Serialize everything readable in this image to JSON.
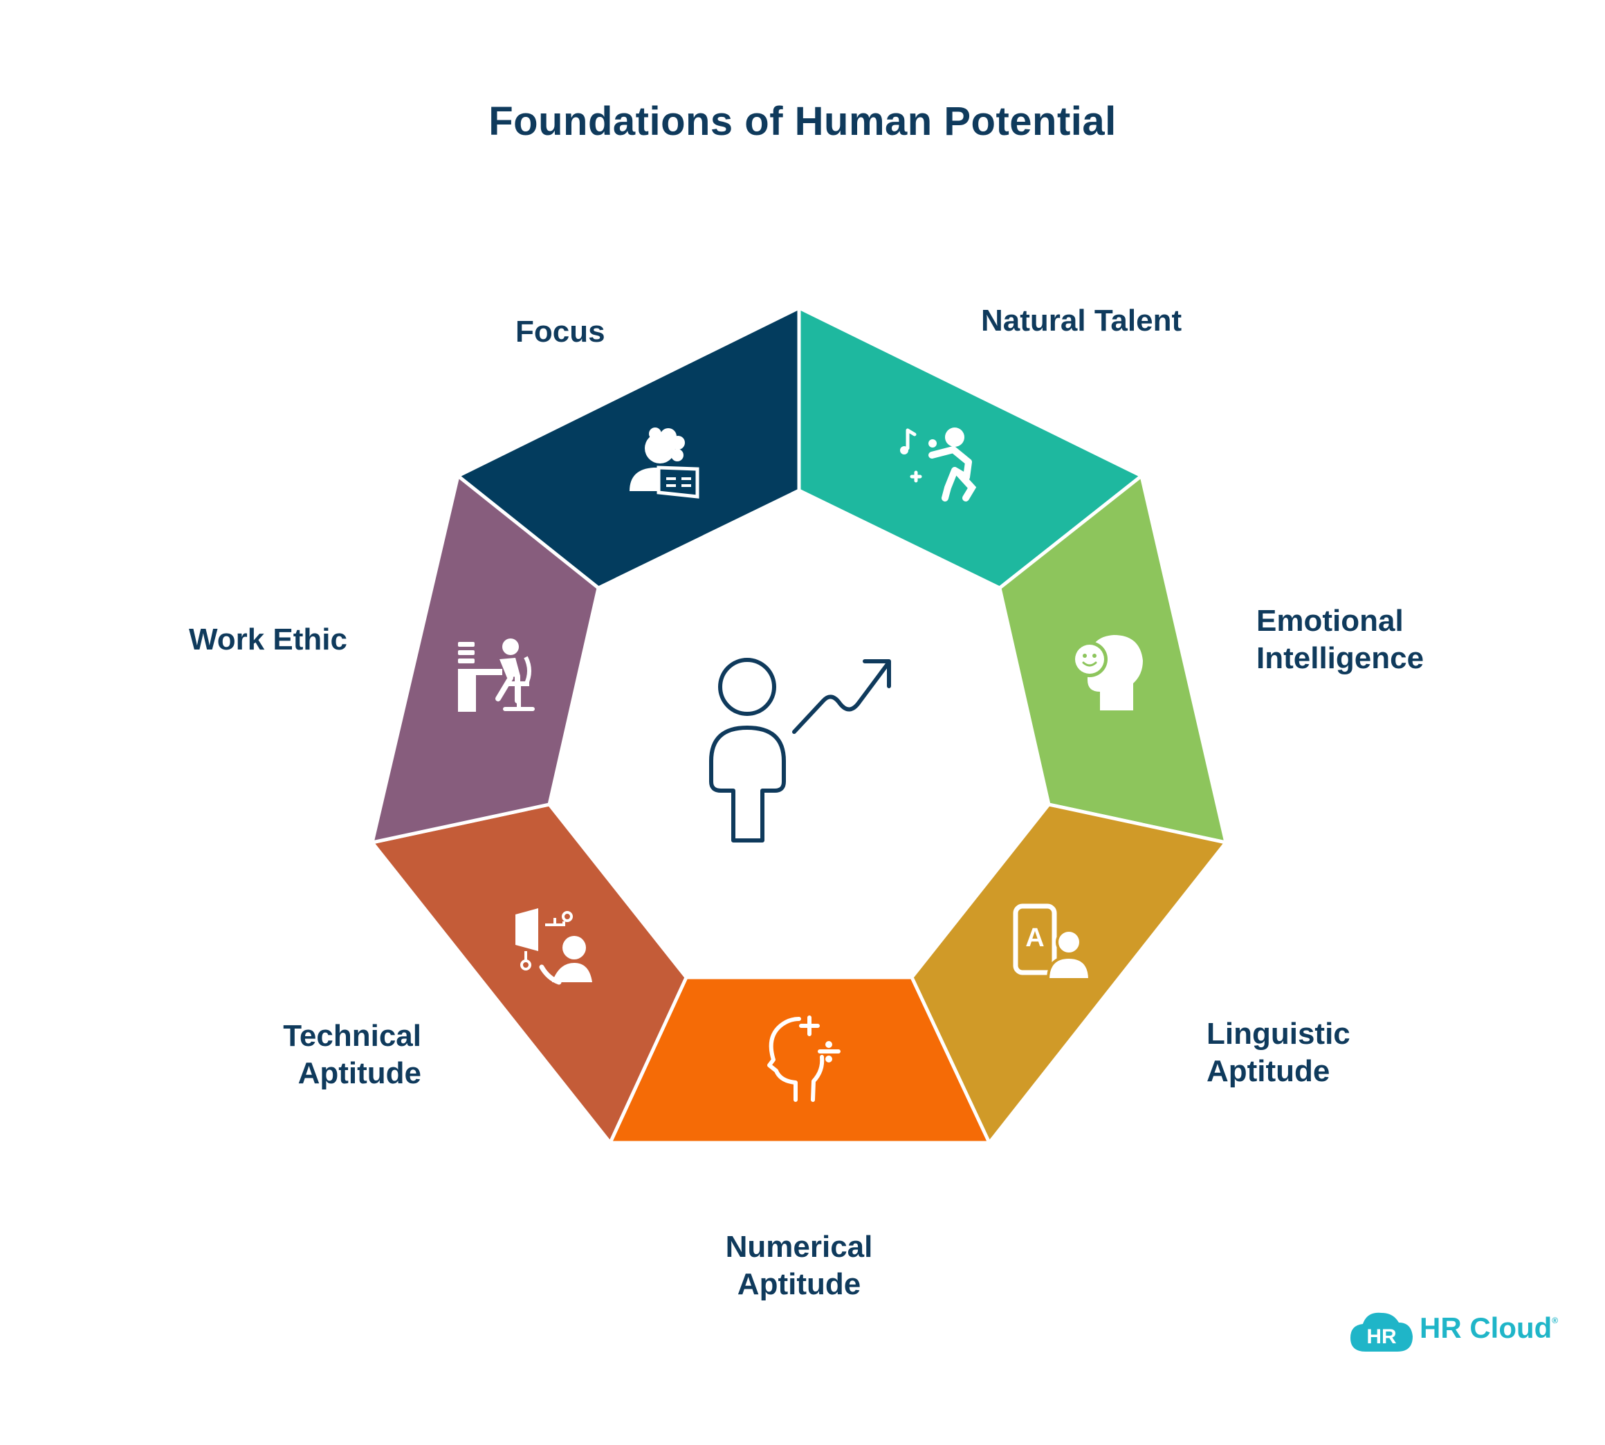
{
  "title": "Foundations of Human Potential",
  "segments": [
    {
      "label_lines": [
        "Focus"
      ],
      "color": "#033c5e",
      "icon": "reading-person-icon"
    },
    {
      "label_lines": [
        "Natural Talent"
      ],
      "color": "#1eb89f",
      "icon": "dancing-music-icon"
    },
    {
      "label_lines": [
        "Emotional",
        "Intelligence"
      ],
      "color": "#8dc55c",
      "icon": "smiling-head-icon"
    },
    {
      "label_lines": [
        "Linguistic",
        "Aptitude"
      ],
      "color": "#d09a28",
      "icon": "language-user-icon"
    },
    {
      "label_lines": [
        "Numerical",
        "Aptitude"
      ],
      "color": "#f56b06",
      "icon": "math-head-icon"
    },
    {
      "label_lines": [
        "Technical",
        "Aptitude"
      ],
      "color": "#c45c38",
      "icon": "tech-support-icon"
    },
    {
      "label_lines": [
        "Work Ethic"
      ],
      "color": "#875d7d",
      "icon": "desk-worker-icon"
    }
  ],
  "center_icon": "person-growth-icon",
  "logo": {
    "badge": "HR",
    "name": "HR Cloud"
  }
}
